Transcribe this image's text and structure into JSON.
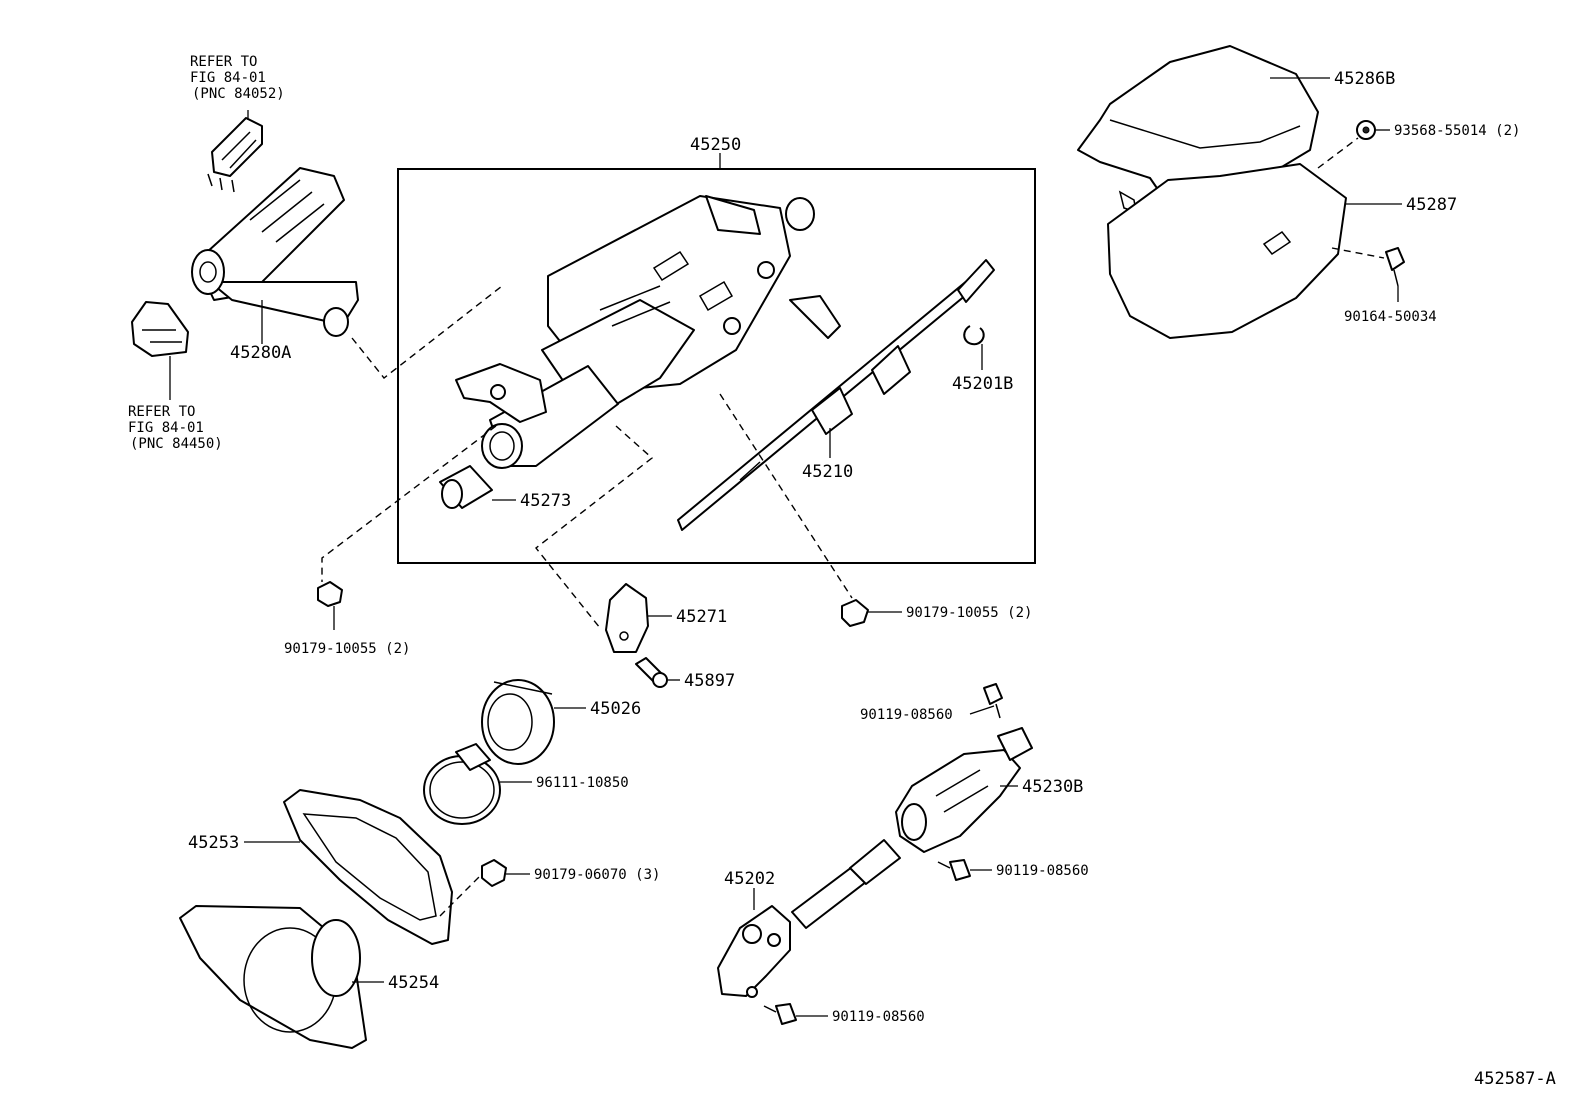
{
  "diagram": {
    "figure_id": "452587-A",
    "references": [
      {
        "lines": [
          "REFER TO",
          "FIG 84-01",
          "(PNC 84052)"
        ]
      },
      {
        "lines": [
          "REFER TO",
          "FIG 84-01",
          "(PNC 84450)"
        ]
      }
    ],
    "parts": {
      "p45250": "45250",
      "p45280A": "45280A",
      "p45273": "45273",
      "p45210": "45210",
      "p45201B": "45201B",
      "p45286B": "45286B",
      "p93568": "93568-55014 (2)",
      "p45287": "45287",
      "p90164": "90164-50034",
      "p90179_left": "90179-10055 (2)",
      "p45271": "45271",
      "p45897": "45897",
      "p90179_right": "90179-10055 (2)",
      "p45026": "45026",
      "p96111": "96111-10850",
      "p45253": "45253",
      "p90179_06070": "90179-06070 (3)",
      "p45254": "45254",
      "p90119_top": "90119-08560",
      "p45230B": "45230B",
      "p90119_mid": "90119-08560",
      "p45202": "45202",
      "p90119_bottom": "90119-08560"
    }
  }
}
